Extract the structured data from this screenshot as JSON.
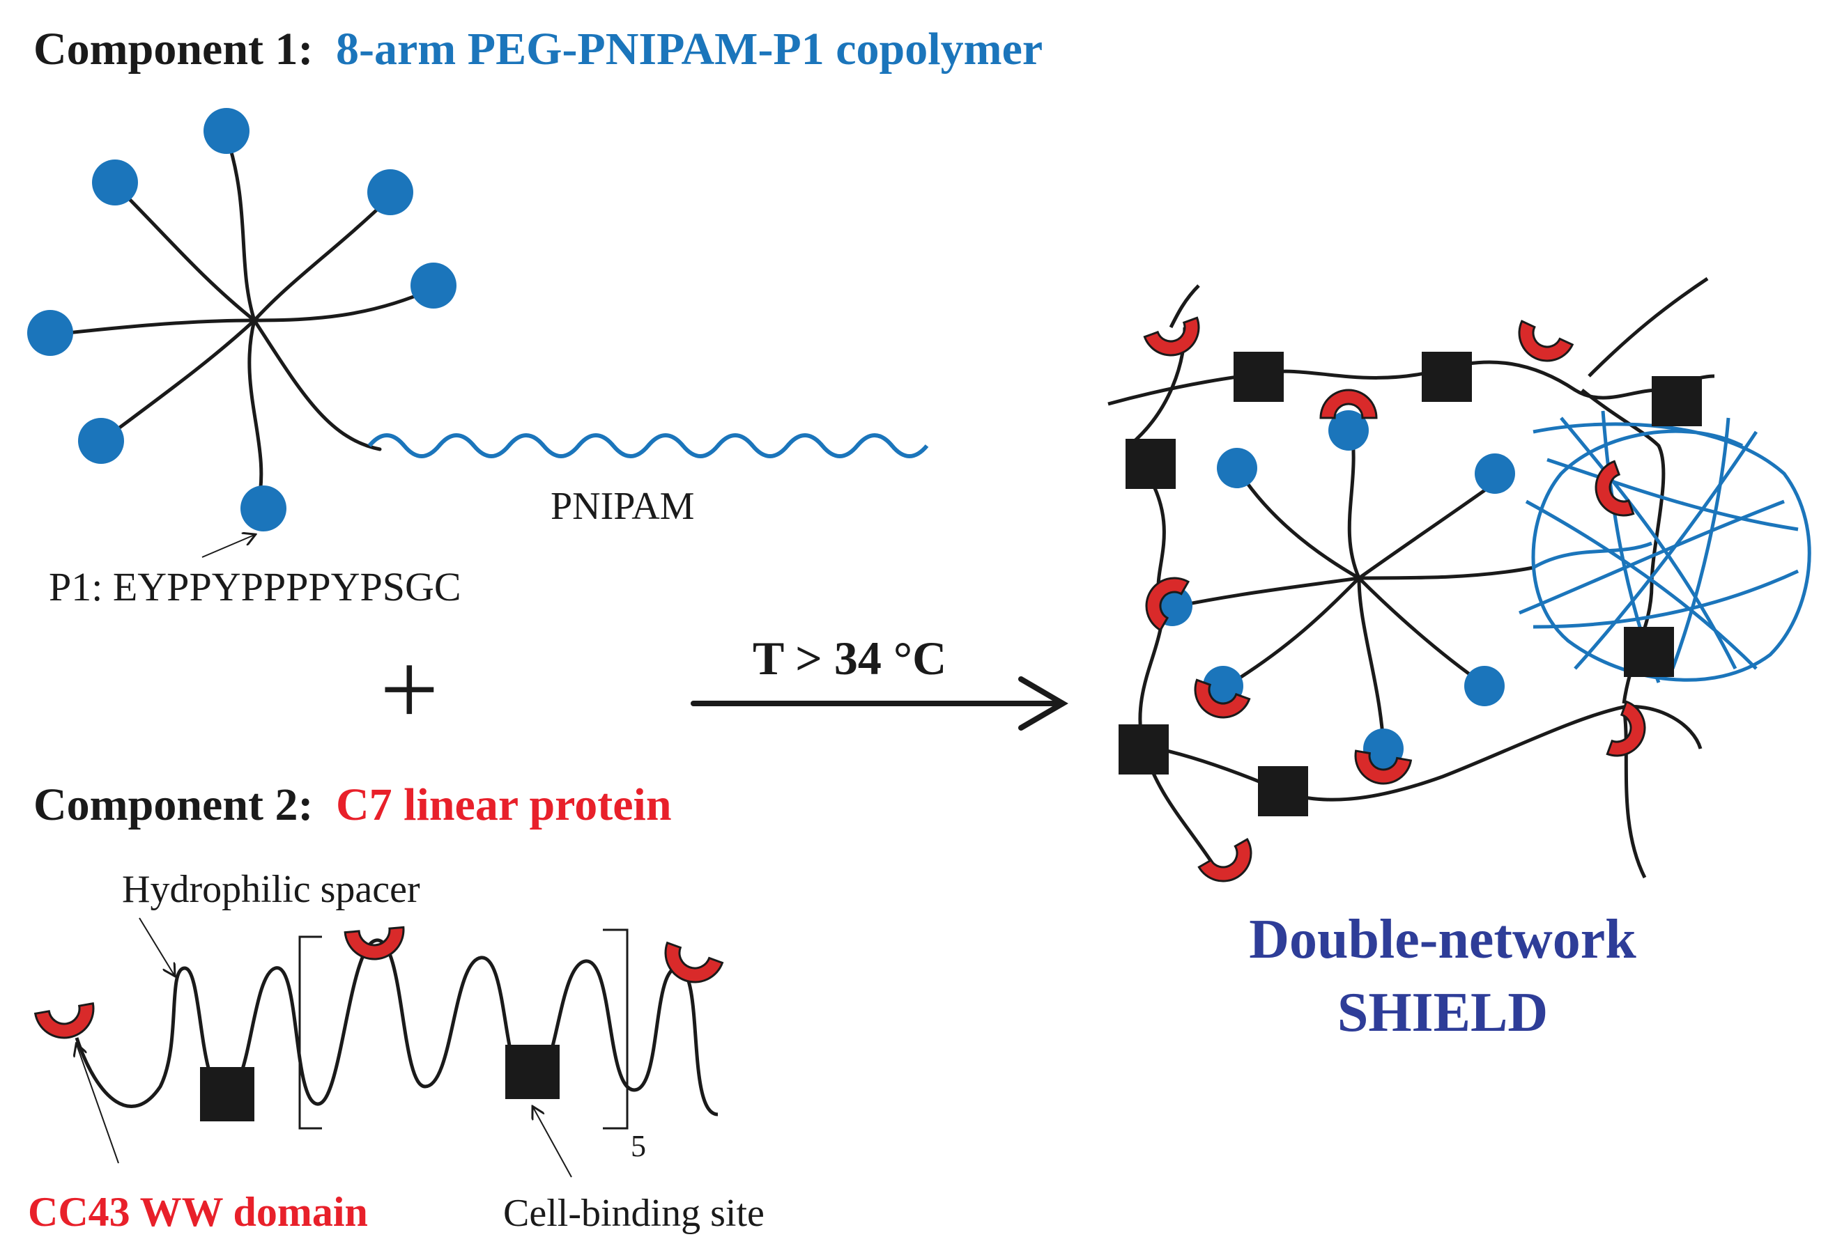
{
  "component1": {
    "prefix": "Component 1:",
    "name": "8-arm PEG-PNIPAM-P1 copolymer",
    "name_color": "#1b75bb"
  },
  "pnipam_label": "PNIPAM",
  "p1_label": "P1: EYPPYPPPPYPSGC",
  "plus_sign": "+",
  "arrow_label": "T > 34 °C",
  "component2": {
    "prefix": "Component 2:",
    "name": "C7 linear protein",
    "name_color": "#e8202a"
  },
  "hydrophilic_label": "Hydrophilic spacer",
  "repeat_subscript": "5",
  "ww_domain_label": "CC43 WW domain",
  "cell_binding_label": "Cell-binding site",
  "product": {
    "line1": "Double-network",
    "line2": "SHIELD",
    "color": "#2e3d98"
  },
  "colors": {
    "blue_ball": "#1b75bb",
    "ww_red": "#d92a2a",
    "square": "#1a1a1a",
    "line": "#1a1a1a"
  }
}
